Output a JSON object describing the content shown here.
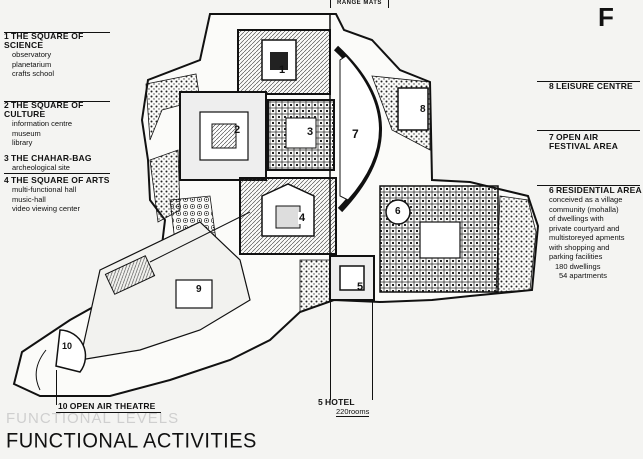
{
  "page_letter": "F",
  "top_clip_text": "RANGE MATS",
  "title": "FUNCTIONAL ACTIVITIES",
  "ghost_text": "FUNCTIONAL LEVELS",
  "left_labels": [
    {
      "num": "1",
      "head": "THE SQUARE OF SCIENCE",
      "items": [
        "observatory",
        "planetarium",
        "crafts school"
      ]
    },
    {
      "num": "2",
      "head": "THE SQUARE OF CULTURE",
      "items": [
        "information centre",
        "museum",
        "library"
      ]
    },
    {
      "num": "3",
      "head": "THE CHAHAR-BAG",
      "items": [
        "archeological site"
      ]
    },
    {
      "num": "4",
      "head": "THE SQUARE OF ARTS",
      "items": [
        "multi-functional hall",
        "music-hall",
        "video viewing center"
      ]
    }
  ],
  "right_labels": [
    {
      "num": "8",
      "head": "LEISURE CENTRE",
      "items": []
    },
    {
      "num": "7",
      "head": "OPEN AIR FESTIVAL AREA",
      "items": []
    },
    {
      "num": "6",
      "head": "RESIDENTIAL AREA",
      "items": [
        "conceived as a village",
        "community (mohalla)",
        "of dwellings with",
        "private courtyard and",
        "multistoreyed apments",
        "with shopping and",
        "parking facilities",
        "180 dwellings",
        "54 apartments"
      ]
    }
  ],
  "bottom_labels": [
    {
      "num": "10",
      "head": "OPEN AIR THEATRE"
    },
    {
      "num": "5",
      "head": "HOTEL",
      "detail": "220rooms"
    }
  ],
  "plan_numbers": [
    "1",
    "2",
    "3",
    "4",
    "5",
    "6",
    "7",
    "8",
    "9",
    "10"
  ]
}
